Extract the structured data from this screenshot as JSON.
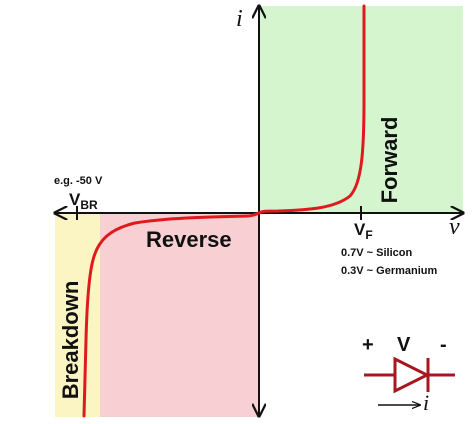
{
  "axes": {
    "current_label": "i",
    "voltage_label": "v"
  },
  "regions": {
    "forward": "Forward",
    "reverse": "Reverse",
    "breakdown": "Breakdown"
  },
  "breakdown": {
    "example": "e.g. -50 V",
    "symbol_main": "V",
    "symbol_sub": "BR"
  },
  "forward_voltage": {
    "symbol_main": "V",
    "symbol_sub": "F",
    "silicon": "0.7V ~ Silicon",
    "germanium": "0.3V ~ Germanium"
  },
  "diode_symbol": {
    "plus": "+",
    "voltage": "V",
    "minus": "-",
    "current": "i"
  },
  "colors": {
    "forward_region": "#d5f5cf",
    "reverse_region": "#f8cfd2",
    "breakdown_region": "#fbf5c4",
    "curve": "#e0191f",
    "diode": "#a8171f"
  }
}
